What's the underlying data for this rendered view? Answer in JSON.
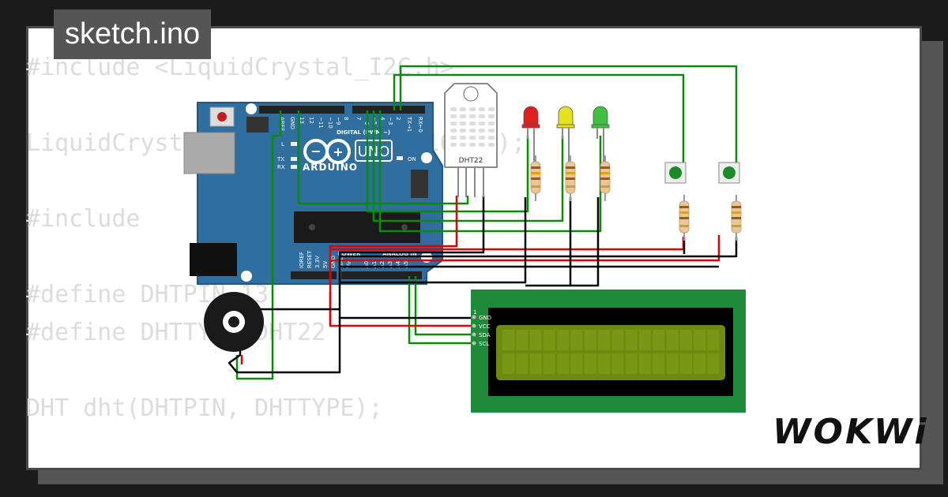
{
  "title": "sketch.ino",
  "code_lines": [
    "#include <LiquidCrystal_I2C.h>",
    "",
    "LiquidCrystal_I2C lcd(0x27, 16, 2);",
    "",
    "#include",
    "",
    "#define DHTPIN 13",
    "#define DHTTYPE DHT22",
    "",
    "DHT dht(DHTPIN, DHTTYPE);"
  ],
  "logo": "WOKWi",
  "arduino": {
    "brand": "ARDUINO",
    "model": "UNO",
    "label_digital": "DIGITAL (PWM ~)",
    "label_power": "POWER",
    "label_analog": "ANALOG IN",
    "label_on": "ON",
    "label_l": "L",
    "label_tx": "TX",
    "label_rx": "RX",
    "top_pins": [
      "AREF",
      "GND",
      "13",
      "12",
      "~11",
      "~10",
      "~9",
      "8",
      "7",
      "~6",
      "~5",
      "4",
      "~3",
      "2",
      "TX→1",
      "RX←0"
    ],
    "bottom_pins": [
      "IOREF",
      "RESET",
      "3.3V",
      "5V",
      "GND",
      "GND",
      "Vin",
      "A0",
      "A1",
      "A2",
      "A3",
      "A4",
      "A5"
    ]
  },
  "dht": {
    "label": "DHT22"
  },
  "leds": [
    {
      "name": "red",
      "color": "#e02020"
    },
    {
      "name": "yellow",
      "color": "#e6e020"
    },
    {
      "name": "green",
      "color": "#40c040"
    }
  ],
  "lcd": {
    "pin1": "1",
    "pins": [
      "GND",
      "VCC",
      "SDA",
      "SCL"
    ]
  },
  "colors": {
    "board": "#2f6e9e",
    "wire_green": "#0a8a0a",
    "wire_red": "#e00000",
    "wire_black": "#000000",
    "lcd_bezel": "#1f8a3a",
    "lcd_screen": "#6e8a10"
  }
}
